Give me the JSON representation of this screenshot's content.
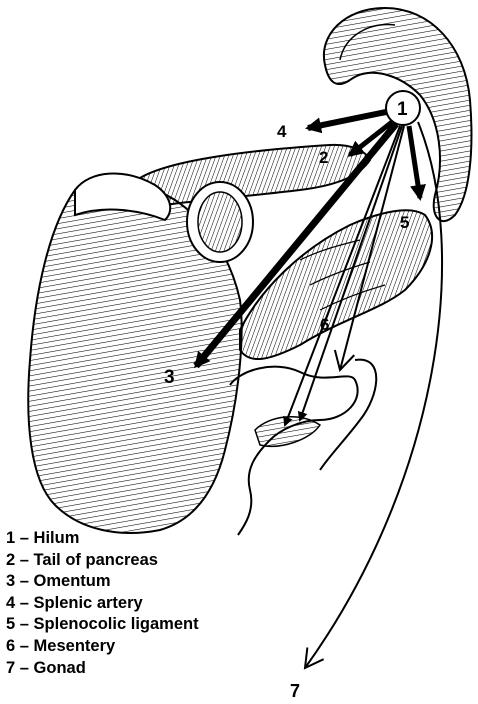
{
  "diagram": {
    "markers": {
      "m1": "1",
      "m2": "2",
      "m3": "3",
      "m4": "4",
      "m5": "5",
      "m6": "6",
      "m7": "7"
    },
    "legend": [
      {
        "num": "1",
        "label": "Hilum"
      },
      {
        "num": "2",
        "label": "Tail of pancreas"
      },
      {
        "num": "3",
        "label": "Omentum"
      },
      {
        "num": "4",
        "label": "Splenic artery"
      },
      {
        "num": "5",
        "label": "Splenocolic ligament"
      },
      {
        "num": "6",
        "label": "Mesentery"
      },
      {
        "num": "7",
        "label": "Gonad"
      }
    ],
    "separator": " – "
  }
}
